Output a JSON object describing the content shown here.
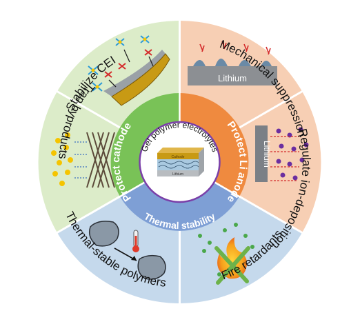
{
  "center": {
    "title": "Gel polymer electrolytes",
    "layer_labels": [
      "Cathode",
      "Lithium"
    ]
  },
  "inner_ring": {
    "cathode": "Protect cathode",
    "anode": "Protect Li anode",
    "thermal": "Thermal stability"
  },
  "segments": {
    "stabilize_cei": "Stabilize CEI",
    "mechanical": "Mechanical suppression",
    "regulate": "Regulate ion-deposition",
    "fire": "Fire retardants",
    "thermal_polymers": "Thermal-stable polymers",
    "trap": "Trap byproducts"
  },
  "panel_labels": {
    "lithium_top": "Lithium",
    "lithium_side": "Lithium"
  },
  "colors": {
    "green_outer": "#dcecc9",
    "orange_outer": "#f7cfb4",
    "blue_outer": "#c5d9ec",
    "green_inner": "#79c257",
    "orange_inner": "#ef8a3f",
    "blue_inner": "#7e9fd5"
  }
}
